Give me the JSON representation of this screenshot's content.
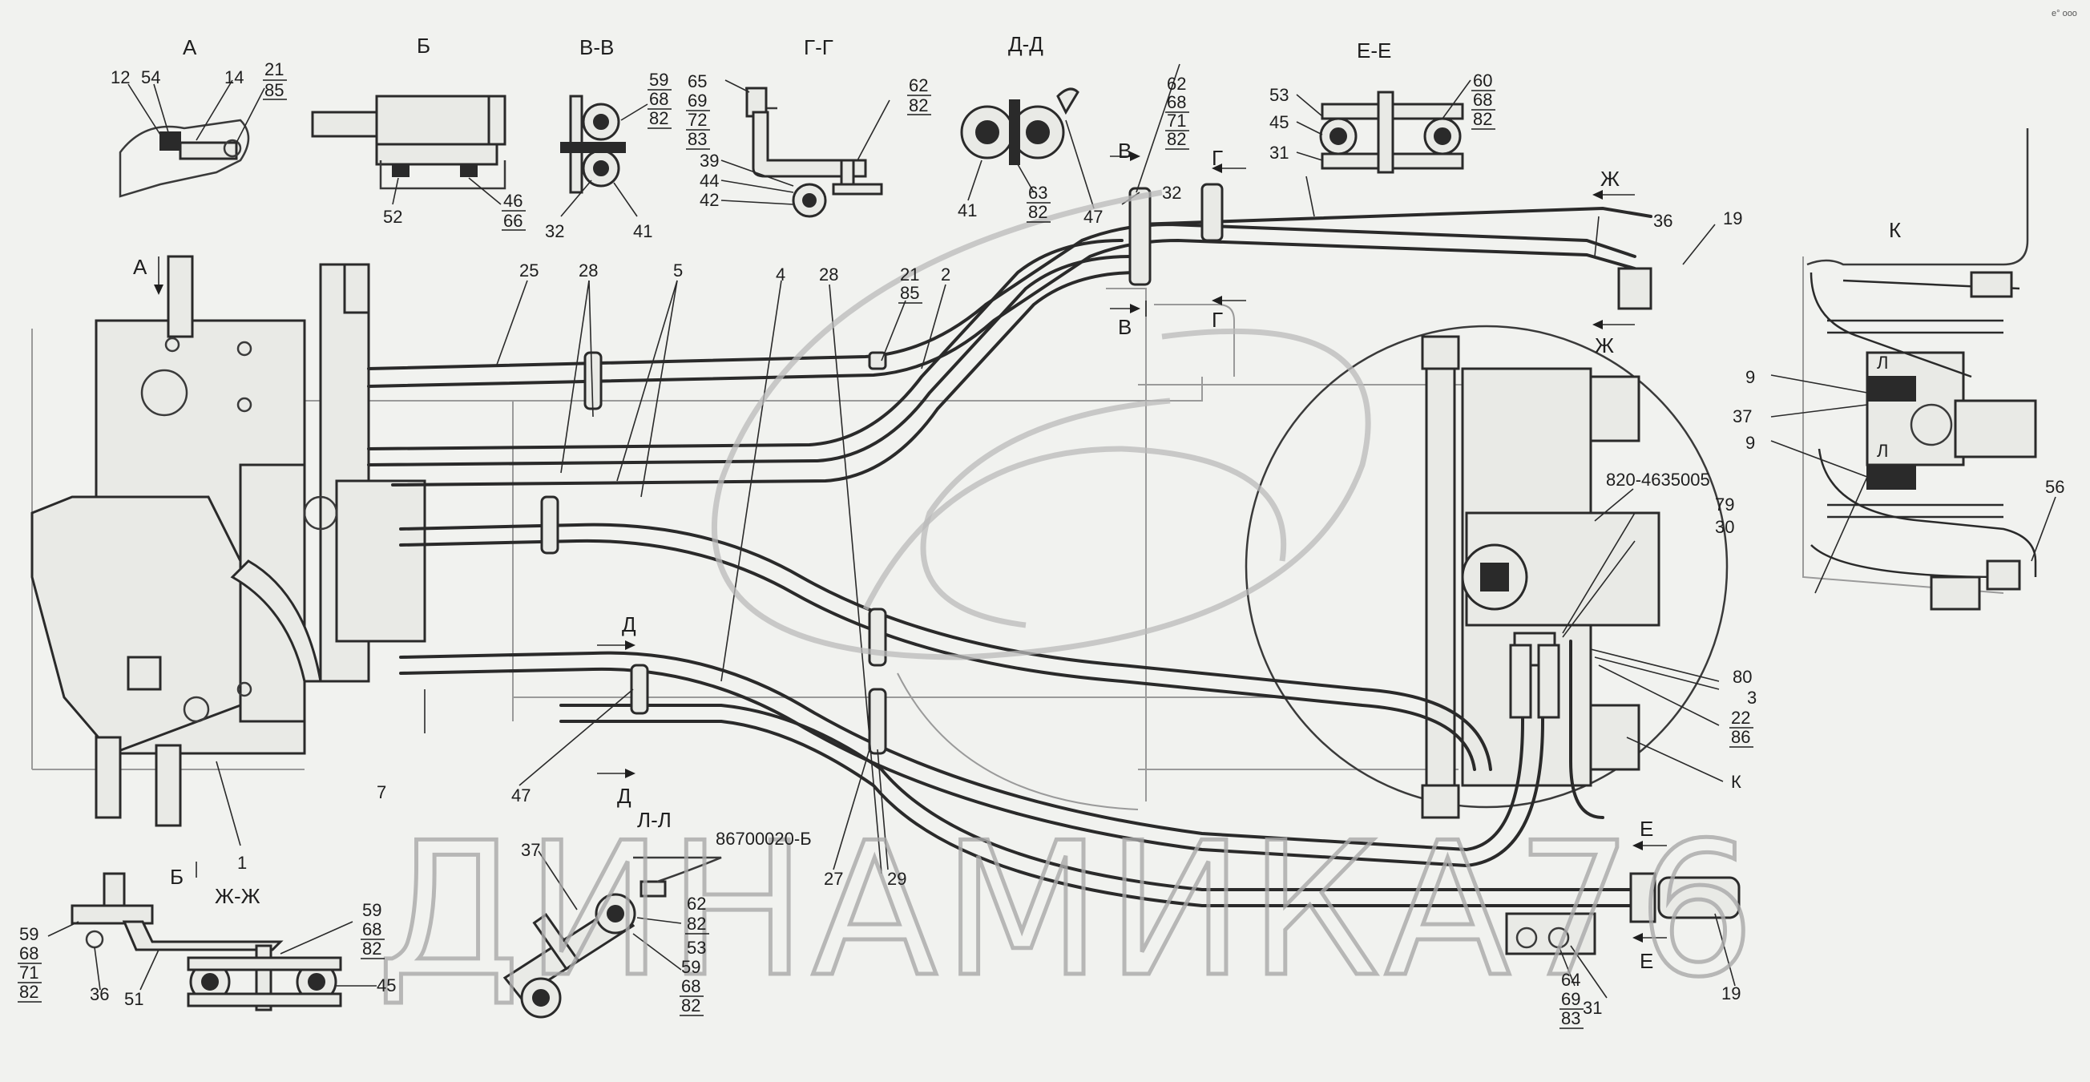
{
  "sections": {
    "a": "А",
    "b": "Б",
    "vv": "В-В",
    "gg": "Г-Г",
    "dd": "Д-Д",
    "ee": "Е-Е",
    "k": "К",
    "zhzh": "Ж-Ж",
    "ll": "Л-Л"
  },
  "cut_marks": {
    "a": "А",
    "b": "Б",
    "v_top": "В",
    "v_bot": "В",
    "g_top": "Г",
    "g_bot": "Г",
    "zh_top": "Ж",
    "zh_bot": "Ж",
    "d_top": "Д",
    "d_bot": "Д",
    "e_top": "Е",
    "e_bot": "Е",
    "l_top": "Л",
    "l_bot": "Л",
    "k_mark": "К"
  },
  "labels": {
    "a_12": "12",
    "a_54": "54",
    "a_14": "14",
    "a_21": "21",
    "a_85": "85",
    "b_52": "52",
    "b_46": "46",
    "b_66": "66",
    "vv_59": "59",
    "vv_68": "68",
    "vv_82": "82",
    "vv_32": "32",
    "vv_41": "41",
    "gg_65": "65",
    "gg_69": "69",
    "gg_72": "72",
    "gg_83": "83",
    "gg_62": "62",
    "gg_82": "82",
    "gg_39": "39",
    "gg_44": "44",
    "gg_42": "42",
    "dd_41": "41",
    "dd_63": "63",
    "dd_82": "82",
    "dd_47": "47",
    "m_62": "62",
    "m_68": "68",
    "m_71": "71",
    "m_82": "82",
    "m_32": "32",
    "ee_53": "53",
    "ee_45": "45",
    "ee_31": "31",
    "ee_60": "60",
    "ee_68": "68",
    "ee_82": "82",
    "p_36": "36",
    "p_19": "19",
    "p_25": "25",
    "p_28a": "28",
    "p_5": "5",
    "p_4": "4",
    "p_28b": "28",
    "p_21": "21",
    "p_85": "85",
    "p_2": "2",
    "p_7": "7",
    "p_47": "47",
    "p_1": "1",
    "p_27": "27",
    "p_29": "29",
    "p_part": "820-4635005",
    "p_79": "79",
    "p_30": "30",
    "p_80": "80",
    "p_3": "3",
    "p_22": "22",
    "p_86": "86",
    "p_K": "К",
    "k_9a": "9",
    "k_37": "37",
    "k_9b": "9",
    "k_56": "56",
    "zh_59": "59",
    "zh_68": "68",
    "zh_71": "71",
    "zh_82": "82",
    "zh_36": "36",
    "zh_51": "51",
    "zh_59r": "59",
    "zh_68r": "68",
    "zh_82r": "82",
    "zh_45": "45",
    "ll_37": "37",
    "ll_ref": "86700020-Б",
    "ll_62": "62",
    "ll_82": "82",
    "ll_53": "53",
    "ll_59": "59",
    "ll_68": "68",
    "ll_82b": "82",
    "bot_64": "64",
    "bot_69": "69",
    "bot_83": "83",
    "bot_31": "31",
    "bot_19": "19"
  },
  "watermark": {
    "text": "ДИНАМИКА76"
  },
  "corner_mark": "е° ооо"
}
